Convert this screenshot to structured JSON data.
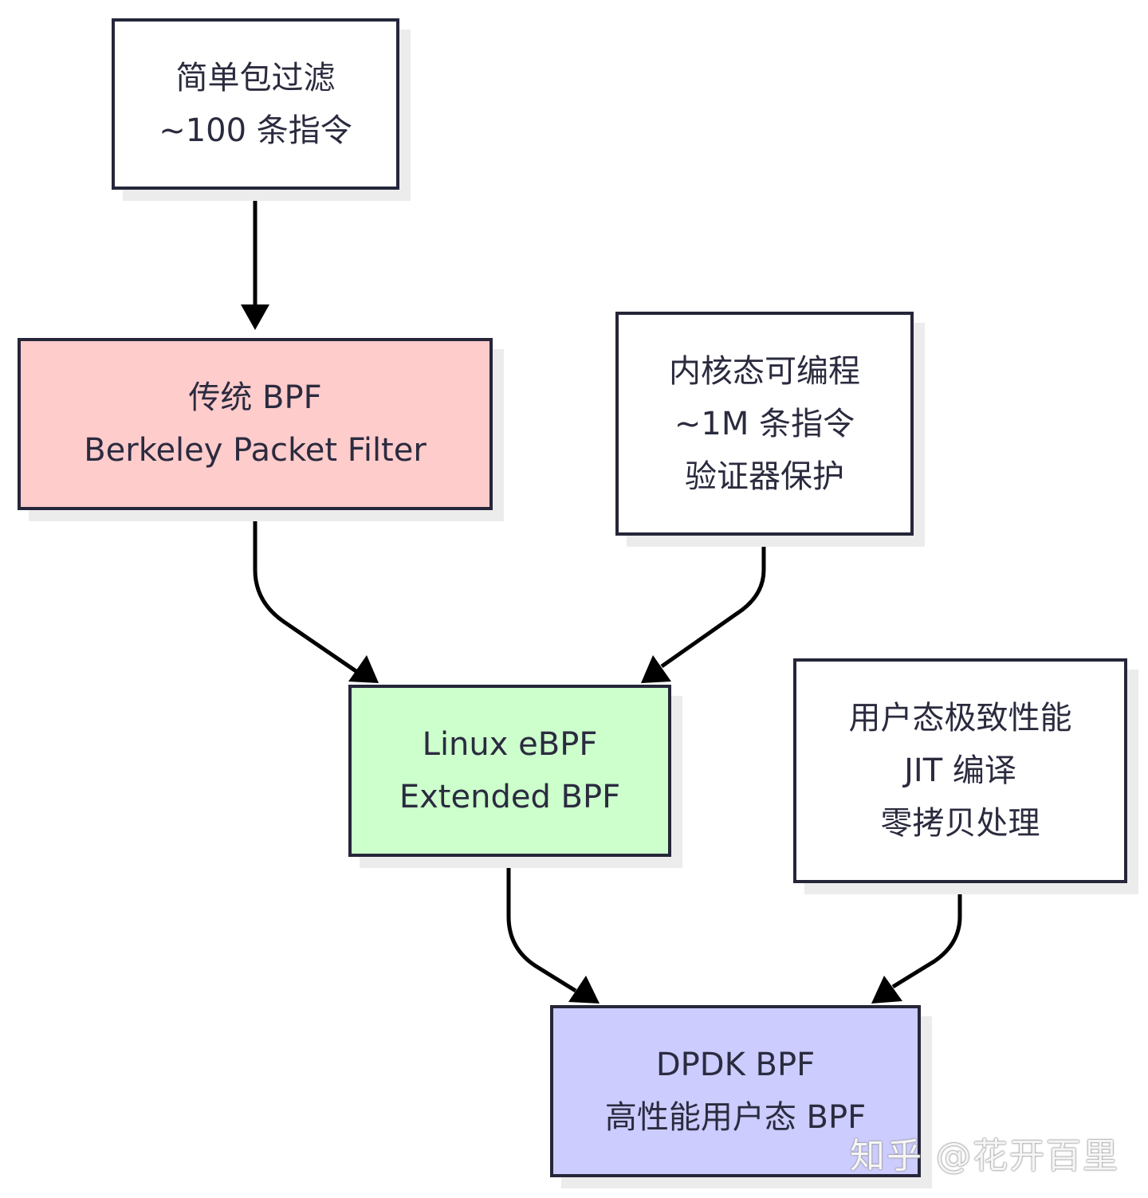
{
  "nodes": {
    "simple_filter": {
      "lines": [
        "简单包过滤",
        "~100 条指令"
      ],
      "fill": "#ffffff"
    },
    "classic_bpf": {
      "lines": [
        "传统 BPF",
        "Berkeley Packet Filter"
      ],
      "fill": "#ffcccc"
    },
    "kernel_programmable": {
      "lines": [
        "内核态可编程",
        "~1M 条指令",
        "验证器保护"
      ],
      "fill": "#ffffff"
    },
    "linux_ebpf": {
      "lines": [
        "Linux eBPF",
        "Extended BPF"
      ],
      "fill": "#ccffcc"
    },
    "userspace_perf": {
      "lines": [
        "用户态极致性能",
        "JIT 编译",
        "零拷贝处理"
      ],
      "fill": "#ffffff"
    },
    "dpdk_bpf": {
      "lines": [
        "DPDK BPF",
        "高性能用户态 BPF"
      ],
      "fill": "#ccccff"
    }
  },
  "edges": [
    {
      "from": "简单包过滤",
      "to": "传统 BPF"
    },
    {
      "from": "传统 BPF",
      "to": "Linux eBPF"
    },
    {
      "from": "内核态可编程",
      "to": "Linux eBPF"
    },
    {
      "from": "Linux eBPF",
      "to": "DPDK BPF"
    },
    {
      "from": "用户态极致性能",
      "to": "DPDK BPF"
    }
  ],
  "watermark": "知乎 @花开百里"
}
